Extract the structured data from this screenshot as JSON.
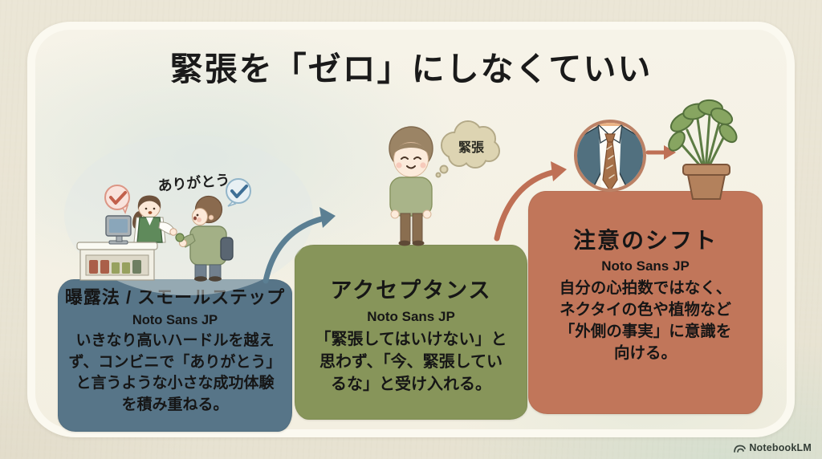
{
  "slide": {
    "title": "緊張を「ゼロ」にしなくていい",
    "watermark": "NotebookLM"
  },
  "steps": [
    {
      "title": "曝露法 / スモールステップ",
      "font_label": "Noto Sans JP",
      "body": "いきなり高いハードルを越え\nず、コンビニで「ありがとう」\nと言うような小さな成功体験\nを積み重ねる。",
      "color": "#577588"
    },
    {
      "title": "アクセプタンス",
      "font_label": "Noto Sans JP",
      "body": "「緊張してはいけない」と\n思わず、「今、緊張してい\nるな」と受け入れる。",
      "color": "#87955a"
    },
    {
      "title": "注意のシフト",
      "font_label": "Noto Sans JP",
      "body": "自分の心拍数ではなく、\nネクタイの色や植物など\n「外側の事実」に意識を\n向ける。",
      "color": "#c1765a"
    }
  ],
  "illustration": {
    "cashier_speech": "ありがとう",
    "thought_text": "緊張"
  },
  "colors": {
    "accent_blue": "#577588",
    "accent_green": "#87955a",
    "accent_terracotta": "#c1765a",
    "arrow_blue": "#5b7f93",
    "arrow_red": "#bf7055",
    "card_bg": "#f4f1e5",
    "paper_bg": "#e9e4d4",
    "title_text": "#1a1a1a"
  }
}
